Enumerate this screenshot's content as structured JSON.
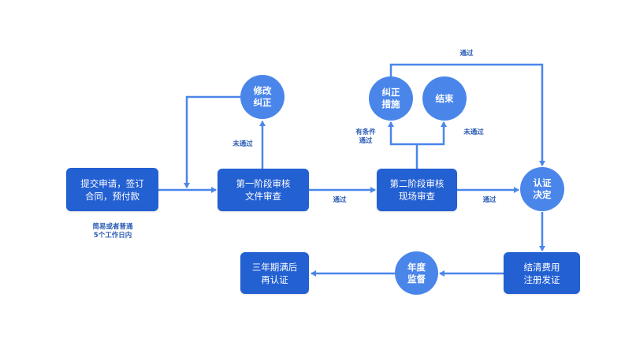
{
  "colors": {
    "box": "#2360d2",
    "circle": "#4a86ea",
    "line": "#4a86ea",
    "label": "#2b5bb5"
  },
  "boxes": {
    "submit": "提交申请，签订\n合同，预付款",
    "stage1": "第一阶段审核\n文件审查",
    "stage2": "第二阶段审核\n现场审查",
    "settle": "结清费用\n注册发证",
    "renew": "三年期满后\n再认证"
  },
  "circles": {
    "modify": "修改\n纠正",
    "corrective": "纠正\n措施",
    "end": "结束",
    "decision": "认证\n决定",
    "annual": "年度\n监督"
  },
  "labels": {
    "submit_note": "简易或者普通\n5个工作日内",
    "stage1_fail": "未通过",
    "stage1_pass": "通过",
    "conditional_pass": "有条件\n通过",
    "stage2_fail": "未通过",
    "top_pass": "通过",
    "stage2_pass": "通过"
  }
}
